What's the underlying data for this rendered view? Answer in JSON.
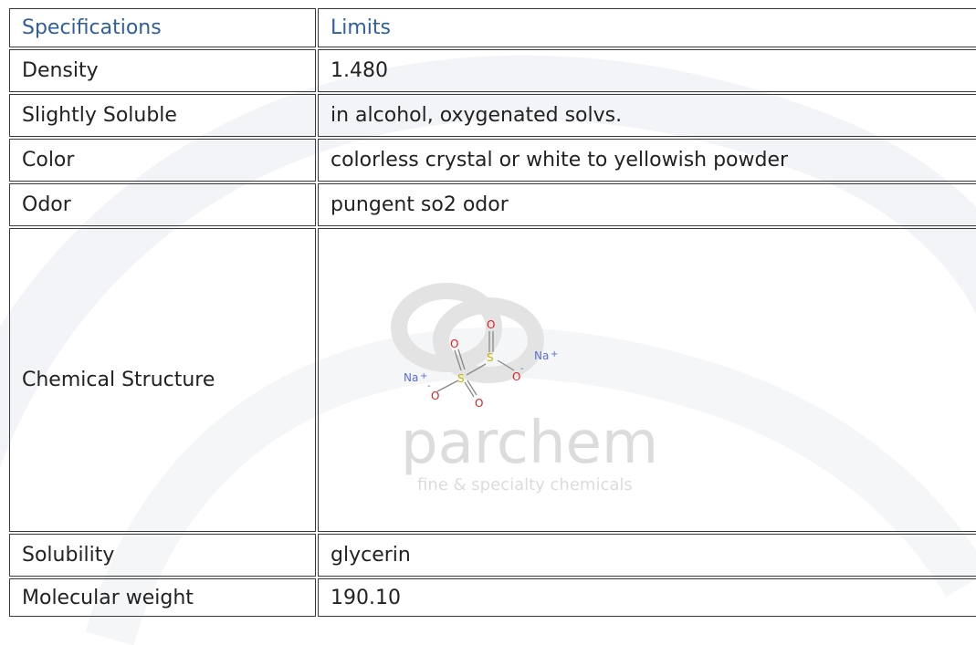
{
  "table": {
    "header": {
      "col1": "Specifications",
      "col2": "Limits"
    },
    "rows": [
      {
        "spec": "Density",
        "limit": "1.480"
      },
      {
        "spec": "Slightly Soluble",
        "limit": "in alcohol, oxygenated solvs."
      },
      {
        "spec": "Color",
        "limit": "colorless crystal or white to yellowish powder"
      },
      {
        "spec": "Odor",
        "limit": "pungent so2 odor"
      },
      {
        "spec": "Chemical Structure",
        "limit": ""
      },
      {
        "spec": "Solubility",
        "limit": "glycerin"
      },
      {
        "spec": "Molecular weight",
        "limit": "190.10"
      }
    ]
  },
  "structure": {
    "atoms": {
      "na_left": "Na",
      "na_right": "Na",
      "plus": "+",
      "minus": "-",
      "oxygen": "O",
      "sulfur": "S"
    },
    "watermark": {
      "brand": "parchem",
      "tagline": "fine & specialty chemicals"
    }
  },
  "colors": {
    "header_text": "#2f5f9e",
    "border": "#3a3a3a",
    "oxygen": "#e02020",
    "sulfur": "#c8b400",
    "sodium": "#5a6fd0",
    "watermark": "#dcdcdc"
  }
}
